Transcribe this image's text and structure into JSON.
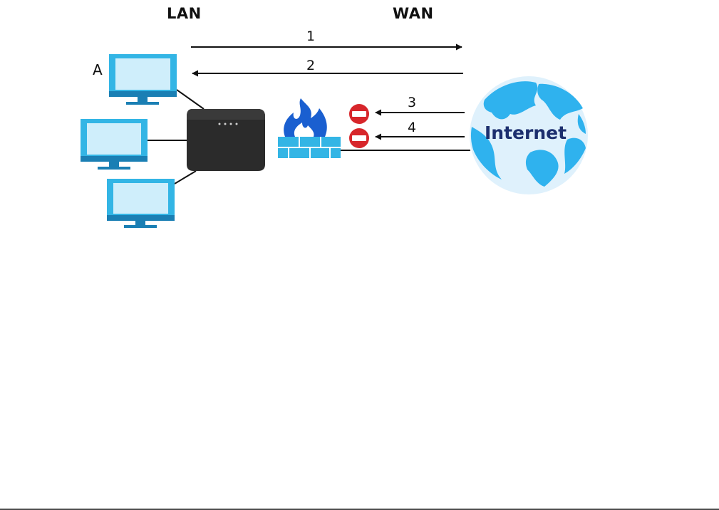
{
  "labels": {
    "lan": "LAN",
    "wan": "WAN",
    "host_a": "A",
    "internet": "Internet"
  },
  "arrows": [
    {
      "number": "1",
      "direction": "outbound"
    },
    {
      "number": "2",
      "direction": "inbound"
    },
    {
      "number": "3",
      "direction": "inbound",
      "blocked": true
    },
    {
      "number": "4",
      "direction": "inbound",
      "blocked": true
    }
  ],
  "icons": {
    "computer": "monitor-icon",
    "router": "router-icon",
    "firewall": "firewall-icon",
    "block": "no-entry-icon",
    "internet": "globe-icon"
  },
  "colors": {
    "monitor": "#33b5e5",
    "monitor_dark": "#1a7fb4",
    "router": "#2b2b2b",
    "firewall_flame": "#1a5fd0",
    "firewall_bricks": "#33b5e5",
    "block": "#d7262b",
    "globe_land": "#2fb2ee",
    "globe_sea": "#dff1fc",
    "globe_text": "#1c2f6e"
  }
}
